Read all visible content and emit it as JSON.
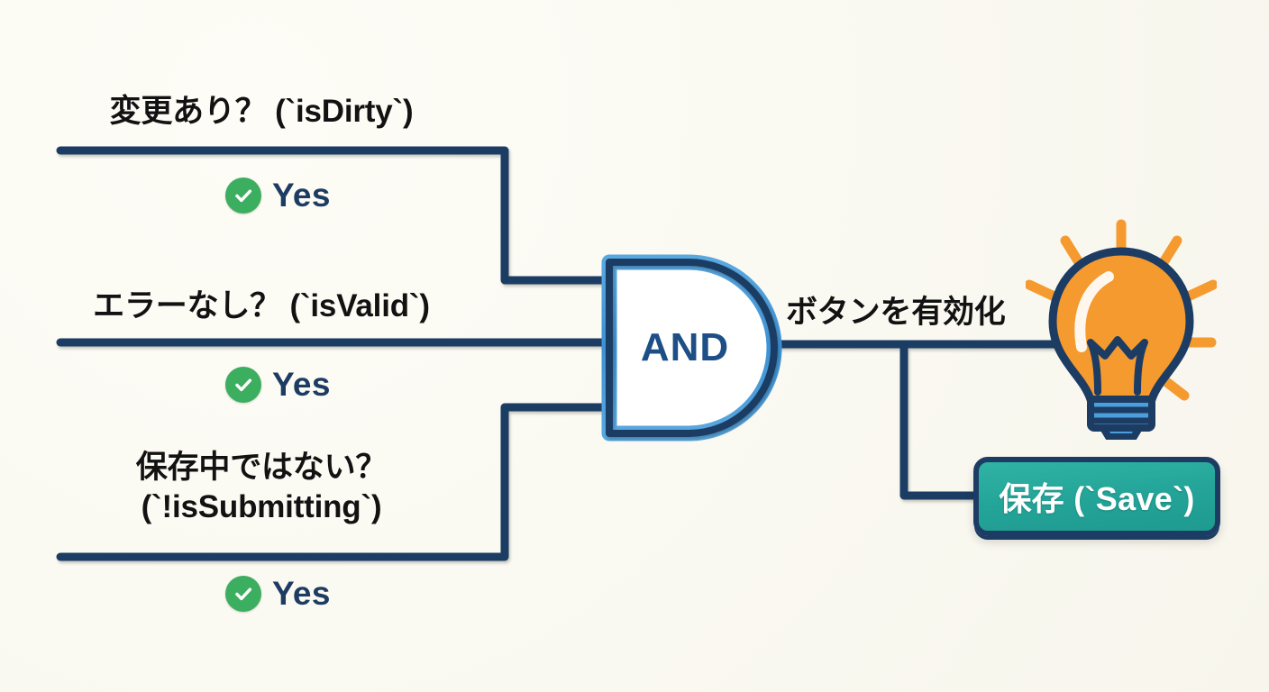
{
  "diagram": {
    "title": "AND gate form validation logic",
    "background_color": "#faf9f1",
    "wire_color": "#1d3c63",
    "accent_blue": "#4a9fdc",
    "accent_navy": "#1d3c63",
    "accent_green": "#3cae5f",
    "accent_orange": "#f59a2e",
    "accent_teal": "#24a599"
  },
  "inputs": [
    {
      "label": "変更あり？（`isDirty`）",
      "label_text": "変更あり？ (`isDirty`)",
      "status": "Yes",
      "status_icon": "check-circle-icon"
    },
    {
      "label": "エラーなし？ (`isValid`)",
      "status": "Yes",
      "status_icon": "check-circle-icon"
    },
    {
      "label": "保存中ではない？\n(`!isSubmitting`)",
      "status": "Yes",
      "status_icon": "check-circle-icon"
    }
  ],
  "gate": {
    "label": "AND",
    "shape": "and-gate-icon",
    "input_count": 3
  },
  "output": {
    "label": "ボタンを有効化",
    "indicator_icon": "lightbulb-icon",
    "button": {
      "label": "保存 (`Save`)",
      "enabled": true
    }
  }
}
